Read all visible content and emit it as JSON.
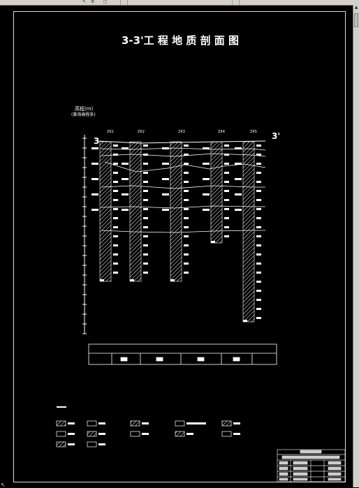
{
  "title": "3-3'工 程 地 质 剖 面 图",
  "section": {
    "start_mark": "3",
    "end_mark": "3'"
  },
  "axis": {
    "label": "高程(m)",
    "sublabel": "(黄海高程系)"
  },
  "boreholes": [
    "ZK1",
    "ZK2",
    "ZK3",
    "ZK4",
    "ZK5"
  ],
  "colors": {
    "background": "#000000",
    "line": "#ffffff",
    "frame": "#dddddd"
  },
  "icons": [
    "cad-toolbar-icon",
    "cursor-icon"
  ]
}
